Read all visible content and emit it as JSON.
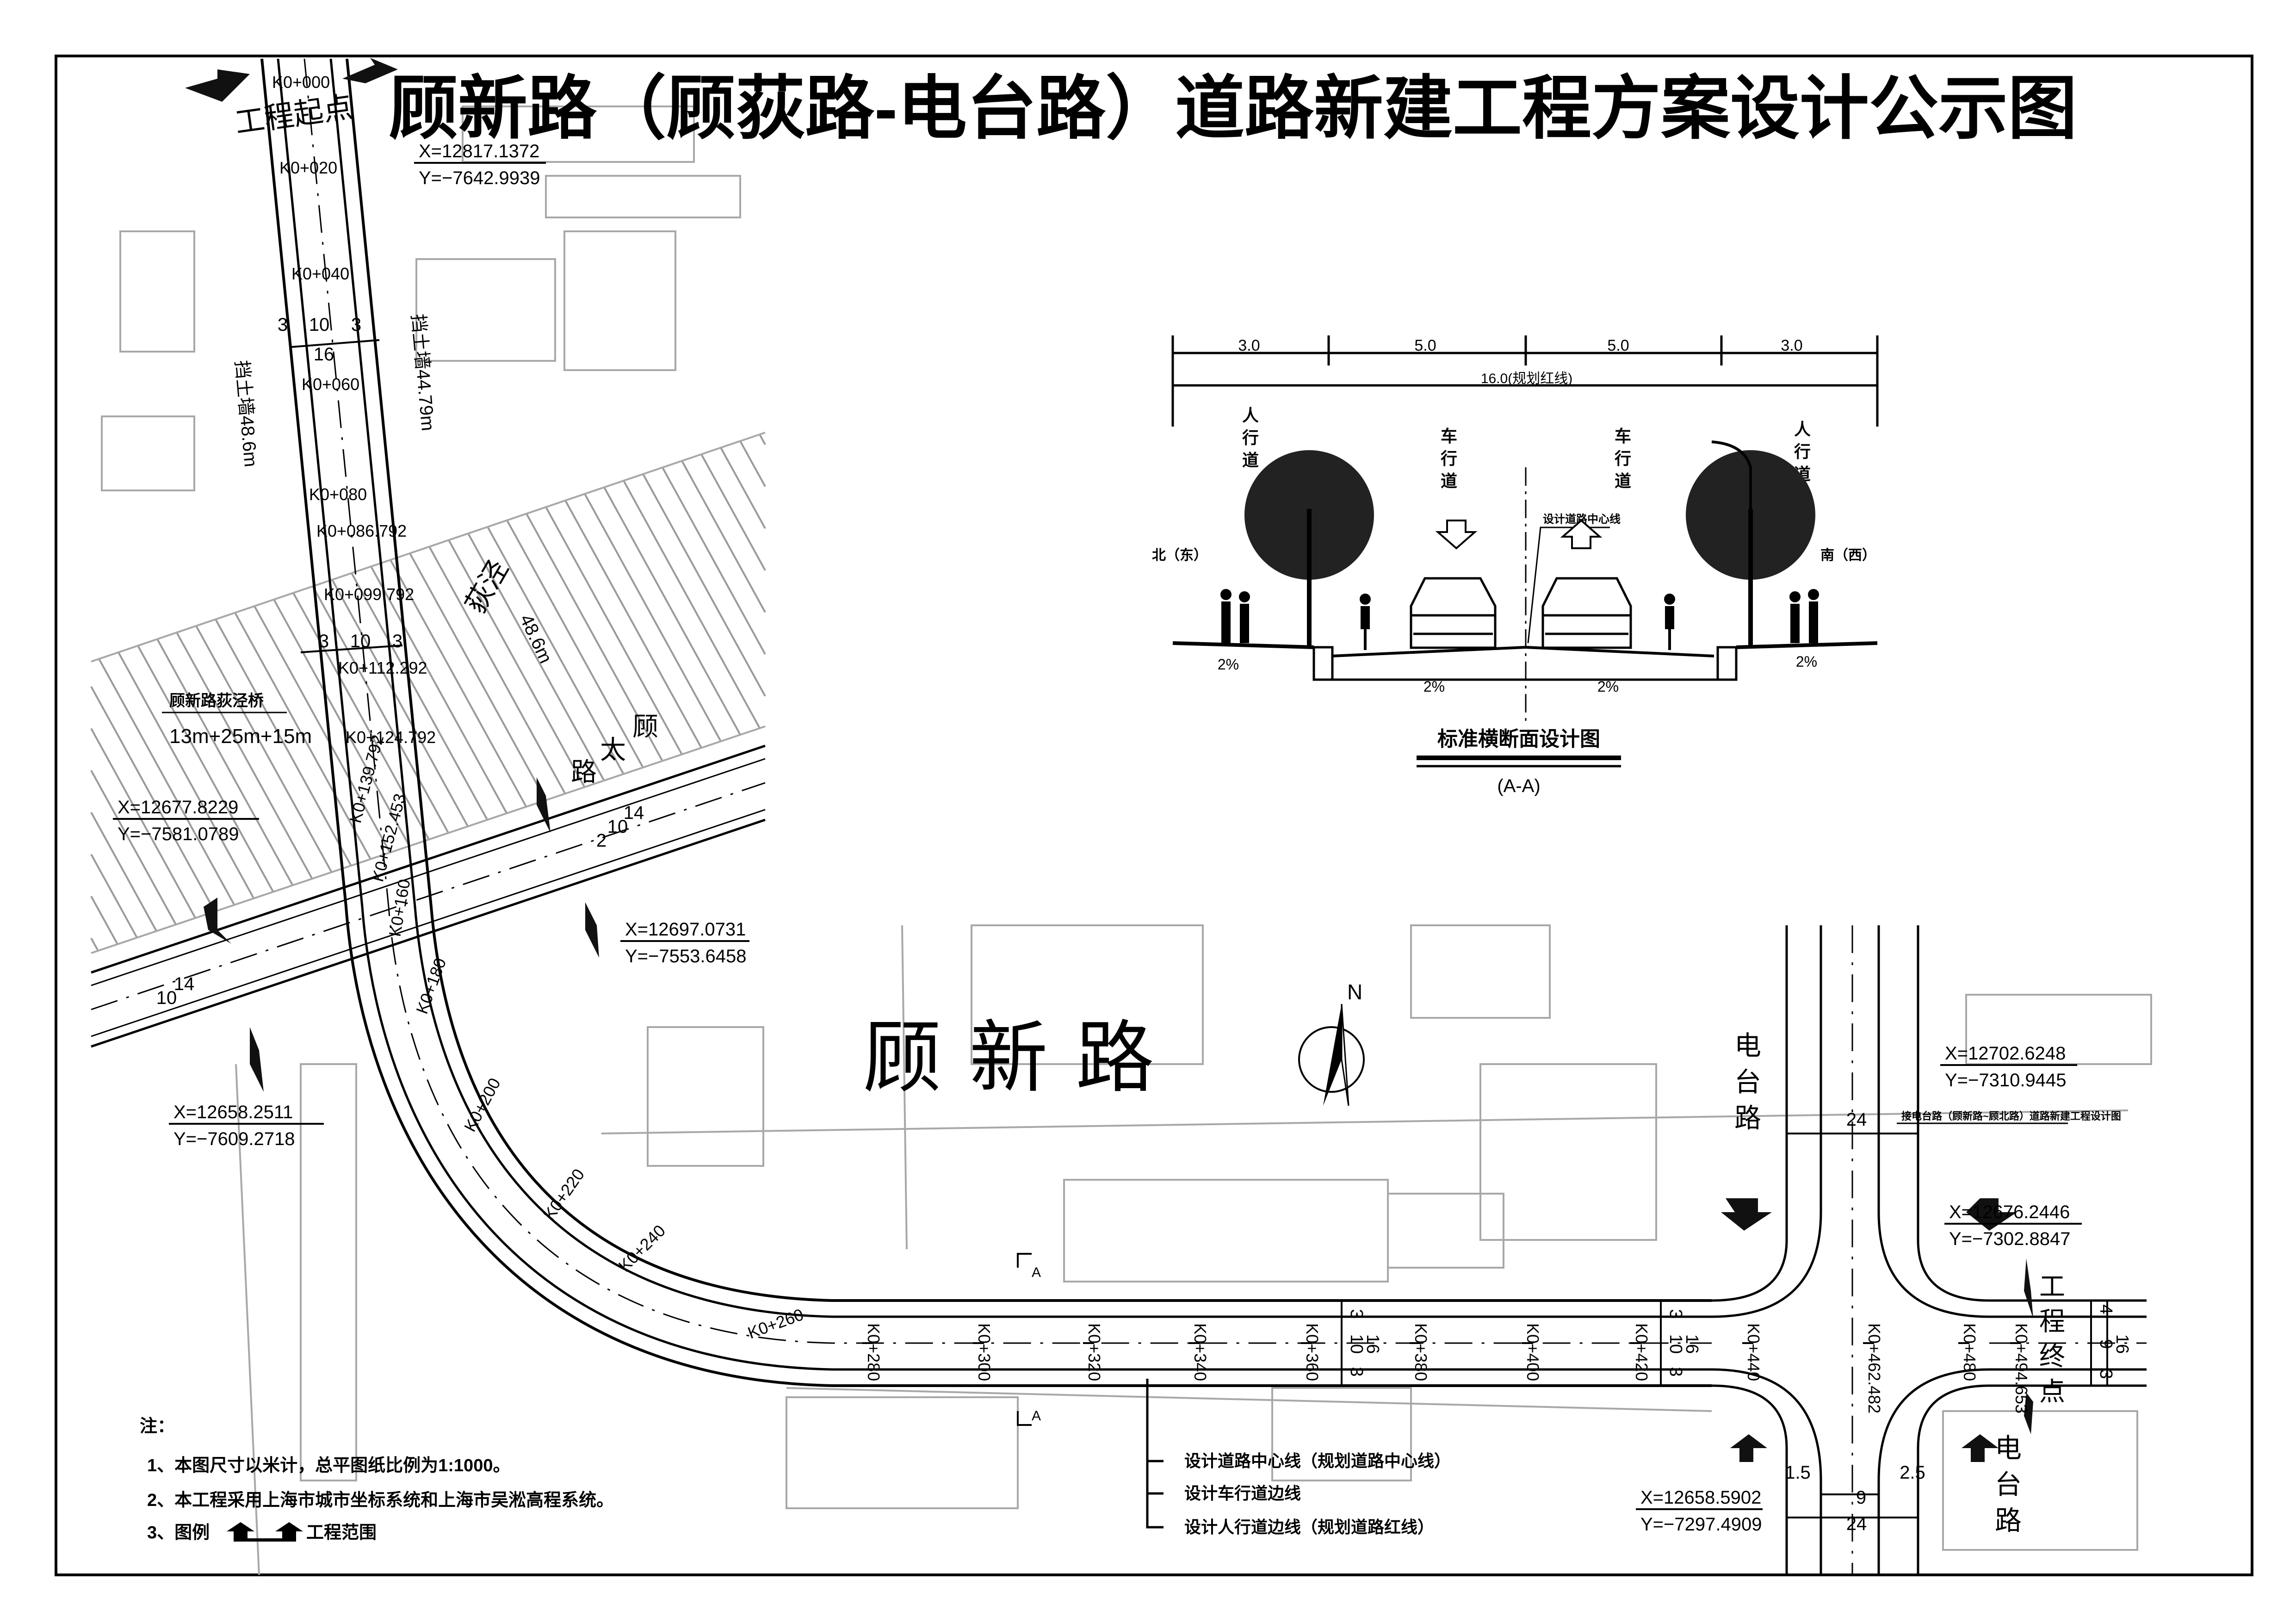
{
  "title": "顾新路（顾荻路-电台路）道路新建工程方案设计公示图",
  "cross_section": {
    "dims": [
      "3.0",
      "5.0",
      "5.0",
      "3.0"
    ],
    "total": "16.0(规划红线)",
    "sidewalk_label": "人行道",
    "carriageway_label": "车行道",
    "north_side": "北（东）",
    "south_side": "南（西）",
    "centerline_label": "设计道路中心线",
    "slope": "2%",
    "title": "标准横断面设计图",
    "section_id": "(A-A)"
  },
  "plan": {
    "road_name": "顾新路",
    "north": "N",
    "start_label": "工程起点",
    "end_label": "工程终点",
    "cross_road_1": "顾太路",
    "cross_road_2": "电台路",
    "river": "荻泾",
    "river_width": "48.6m",
    "bridge_name": "顾新路荻泾桥",
    "bridge_spans": "13m+25m+15m",
    "wall_left": "挡土墙48.6m",
    "wall_right": "挡土墙44.79m",
    "section_marker": "A",
    "adjacent_project": "接电台路（顾新路~顾北路）道路新建工程设计图",
    "stations_vertical": [
      "K0+000",
      "K0+020",
      "K0+040",
      "K0+060",
      "K0+080",
      "K0+086.792",
      "K0+099.792",
      "K0+112.292",
      "K0+124.792",
      "K0+139.792",
      "K0+152.453",
      "K0+160",
      "K0+180"
    ],
    "stations_curve": [
      "K0+200",
      "K0+220",
      "K0+240",
      "K0+260"
    ],
    "stations_horizontal": [
      "K0+280",
      "K0+300",
      "K0+320",
      "K0+340",
      "K0+360",
      "K0+380",
      "K0+400",
      "K0+420",
      "K0+440",
      "K0+462.482",
      "K0+480",
      "K0+494.653"
    ],
    "width_dims": {
      "a": "3",
      "b": "10",
      "c": "16",
      "d": "4",
      "e": "9",
      "f": "14",
      "g": "2",
      "h": "24",
      "i": "1.5",
      "j": "2.5"
    },
    "coordinates": [
      {
        "x": "X=12817.1372",
        "y": "Y=−7642.9939"
      },
      {
        "x": "X=12677.8229",
        "y": "Y=−7581.0789"
      },
      {
        "x": "X=12697.0731",
        "y": "Y=−7553.6458"
      },
      {
        "x": "X=12658.2511",
        "y": "Y=−7609.2718"
      },
      {
        "x": "X=12702.6248",
        "y": "Y=−7310.9445"
      },
      {
        "x": "X=12676.2446",
        "y": "Y=−7302.8847"
      },
      {
        "x": "X=12658.5902",
        "y": "Y=−7297.4909"
      }
    ]
  },
  "legend": {
    "items": [
      "设计道路中心线（规划道路中心线）",
      "设计车行道边线",
      "设计人行道边线（规划道路红线）"
    ]
  },
  "notes": {
    "heading": "注：",
    "lines": [
      "1、本图尺寸以米计，总平图纸比例为1:1000。",
      "2、本工程采用上海市城市坐标系统和上海市吴淞高程系统。",
      "3、图例"
    ],
    "legend_symbol_label": "工程范围"
  }
}
